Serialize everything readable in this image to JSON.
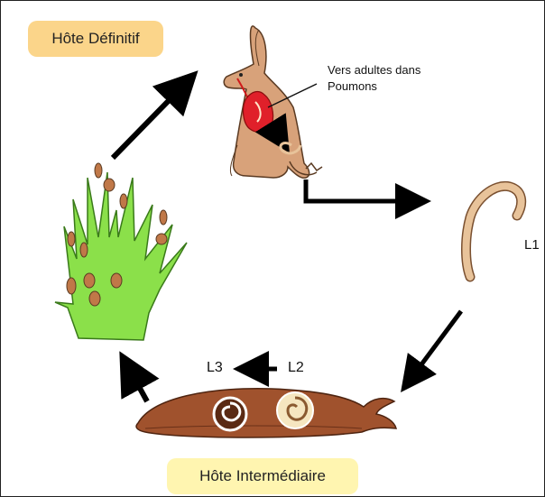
{
  "labels": {
    "definitive_host": "Hôte Définitif",
    "intermediate_host": "Hôte Intermédiaire",
    "adult_worms_line1": "Vers adultes dans",
    "adult_worms_line2": "Poumons",
    "l1": "L1",
    "l2": "L2",
    "l3": "L3"
  },
  "colors": {
    "definitive_box": "#fbd58a",
    "intermediate_box": "#fff5b0",
    "hare": "#d8a27a",
    "lungs": "#e0202a",
    "grass": "#8be04a",
    "slug": "#a0522d",
    "larva": "#e8c39a",
    "arrow": "#000000"
  }
}
